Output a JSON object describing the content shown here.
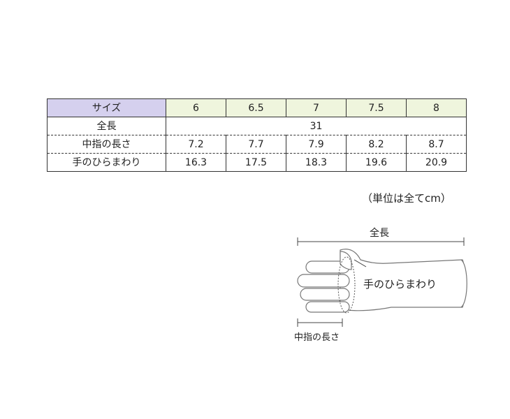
{
  "table": {
    "header": {
      "label": "サイズ",
      "sizes": [
        "6",
        "6.5",
        "7",
        "7.5",
        "8"
      ]
    },
    "rows": [
      {
        "label": "全長",
        "merged_value": "31"
      },
      {
        "label": "中指の長さ",
        "values": [
          "7.2",
          "7.7",
          "7.9",
          "8.2",
          "8.7"
        ]
      },
      {
        "label": "手のひらまわり",
        "values": [
          "16.3",
          "17.5",
          "18.3",
          "19.6",
          "20.9"
        ]
      }
    ]
  },
  "unit_note": "（単位は全てcm）",
  "diagram": {
    "length_label": "全長",
    "palm_label": "手のひらまわり",
    "finger_label": "中指の長さ"
  },
  "colors": {
    "header_label_bg": "#d5d0ee",
    "header_size_bg": "#eff5dd",
    "border": "#333333",
    "glove_outline": "#777777"
  }
}
